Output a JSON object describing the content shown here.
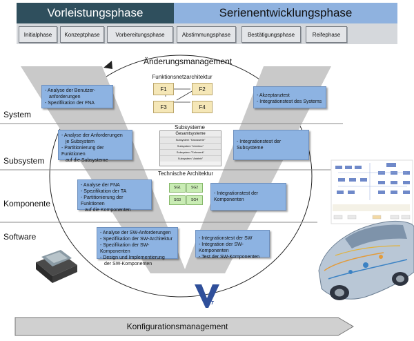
{
  "phases": {
    "left": "Vorleistungsphase",
    "right": "Serienentwicklungsphase",
    "sub": [
      "Initialphase",
      "Konzeptphase",
      "Vorbereitungsphase",
      "Abstimmungsphase",
      "Bestätigungsphase",
      "Reifephase"
    ]
  },
  "cycle_label": "Änderungsmanagement",
  "levels": [
    "System",
    "Subsystem",
    "Komponente",
    "Software"
  ],
  "left_boxes": [
    [
      "- Analyse der Benutzer-",
      "  anforderungen",
      "- Spezifikation der FNA"
    ],
    [
      "- Analyse der Anforderungen",
      "  je Subsystem",
      "- Partitionierung der Funktionen",
      "  auf die Subsysteme"
    ],
    [
      "- Analyse der FNA",
      "- Spezifikation der TA",
      "- Partitionierung der Funktionen",
      "  auf die Komponenten"
    ],
    [
      "- Analyse der SW-Anforderungen",
      "- Spezifikation der SW-Architektur",
      "- Spezifikation der SW-Komponenten",
      "- Design und Implementierung",
      "  der SW-Komponenten"
    ]
  ],
  "right_boxes": [
    [
      "- Akzeptanztest",
      "- Integrationstest des Systems"
    ],
    [
      "- Integrationstest der Subsysteme"
    ],
    [
      "- Integrationstest der Komponenten"
    ],
    [
      "- Integrationstest der SW",
      "- Integration der SW-Komponenten",
      "- Test der SW-Komponenten"
    ]
  ],
  "fna": {
    "title": "Funktionsnetzarchitektur",
    "items": [
      "F1",
      "F2",
      "F3",
      "F4"
    ]
  },
  "subsystems": {
    "title": "Subsysteme",
    "header": "Gesamtsysteme",
    "rows": [
      "Subsystem \"Karosserie\"",
      "Subsystem \"Interieur\"",
      "Subsystem \"Fahrwerk\"",
      "Subsystem \"Antrieb\""
    ]
  },
  "ta": {
    "title": "Technische Architektur",
    "items": [
      "SG1",
      "SG2",
      "SG3",
      "SG4"
    ]
  },
  "logo": "VXT",
  "config_label": "Konfigurationsmanagement",
  "colors": {
    "phase_left": "#2f4f5d",
    "phase_right": "#8fb2df",
    "box_blue": "#8db3e2",
    "v_gray": "#c9c9c9",
    "fna_yellow": "#f5e7b7",
    "ta_green": "#c9ecb4"
  }
}
